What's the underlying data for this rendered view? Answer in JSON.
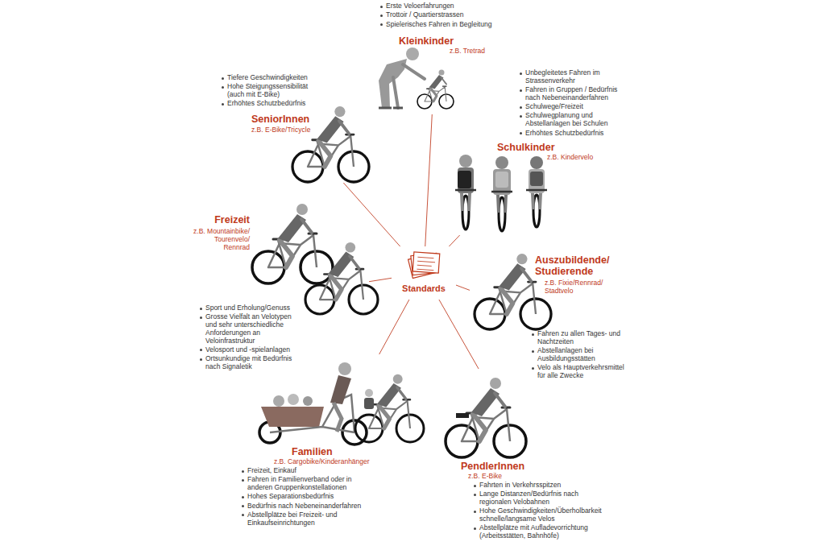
{
  "diagram": {
    "nodes": [
      {
        "text": [
          "Standards"
        ]
      },
      {
        "text": [
          "Kleinkinder",
          "z.B. Tretrad",
          "Erste Veloerfahrungen",
          "Trottoir / Quartierstrassen",
          "Spielerisches Fahren in Begleitung"
        ]
      },
      {
        "text": [
          "Schulkinder",
          "z.B. Kindervelo",
          "Unbegleitetes Fahren im Strassenverkehr",
          "Fahren in Gruppen / Bedürfnis nach Nebeneinanderfahren",
          "Schulwege/Freizeit",
          "Schulwegplanung und Abstellanlagen bei Schulen",
          "Erhöhtes Schutzbedürfnis"
        ]
      },
      {
        "text": [
          "Auszubildende/ Studierende",
          "z.B. Fixie/Rennrad/ Stadtvelo",
          "Fahren zu allen Tages- und Nachtzeiten",
          "Abstellanlagen bei Ausbildungsstätten",
          "Velo als Hauptverkehrsmittel für alle Zwecke"
        ]
      },
      {
        "text": [
          "PendlerInnen",
          "z.B. E-Bike",
          "Fahrten in Verkehrsspitzen",
          "Lange Distanzen/Bedürfnis nach regionalen Velobahnen",
          "Hohe Geschwindigkeiten/Überholbarkeit schnelle/langsame Velos",
          "Abstellplätze mit Aufladevorrichtung (Arbeitsstätten, Bahnhöfe)"
        ]
      },
      {
        "text": [
          "Familien",
          "z.B. Cargobike/Kinderanhänger",
          "Freizeit, Einkauf",
          "Fahren in Familienverband oder in anderen Gruppenkonstellationen",
          "Hohes Separationsbedürfnis",
          "Bedürfnis nach Nebeneinanderfahren",
          "Abstellplätze bei Freizeit- und Einkaufseinrichtungen"
        ]
      },
      {
        "text": [
          "Freizeit",
          "z.B. Mountainbike/ Tourenvelo/ Rennrad",
          "Sport und Erholung/Genuss",
          "Grosse Vielfalt an Velotypen und sehr unterschiedliche Anforderungen an Veloinfrastruktur",
          "Velosport und -spielanlagen",
          "Ortsunkundige mit Bedürfnis nach Signaletik"
        ]
      },
      {
        "text": [
          "SeniorInnen",
          "z.B. E-Bike/Tricycle",
          "Tiefere Geschwindigkeiten",
          "Hohe Steigungssensibilität (auch mit E-Bike)",
          "Erhöhtes Schutzbedürfnis"
        ]
      }
    ],
    "edges": [
      {
        "from": 0,
        "to": 1,
        "arrow": "none"
      },
      {
        "from": 0,
        "to": 2,
        "arrow": "none"
      },
      {
        "from": 0,
        "to": 3,
        "arrow": "none"
      },
      {
        "from": 0,
        "to": 4,
        "arrow": "none"
      },
      {
        "from": 0,
        "to": 5,
        "arrow": "none"
      },
      {
        "from": 0,
        "to": 6,
        "arrow": "none"
      },
      {
        "from": 0,
        "to": 7,
        "arrow": "none"
      }
    ]
  }
}
